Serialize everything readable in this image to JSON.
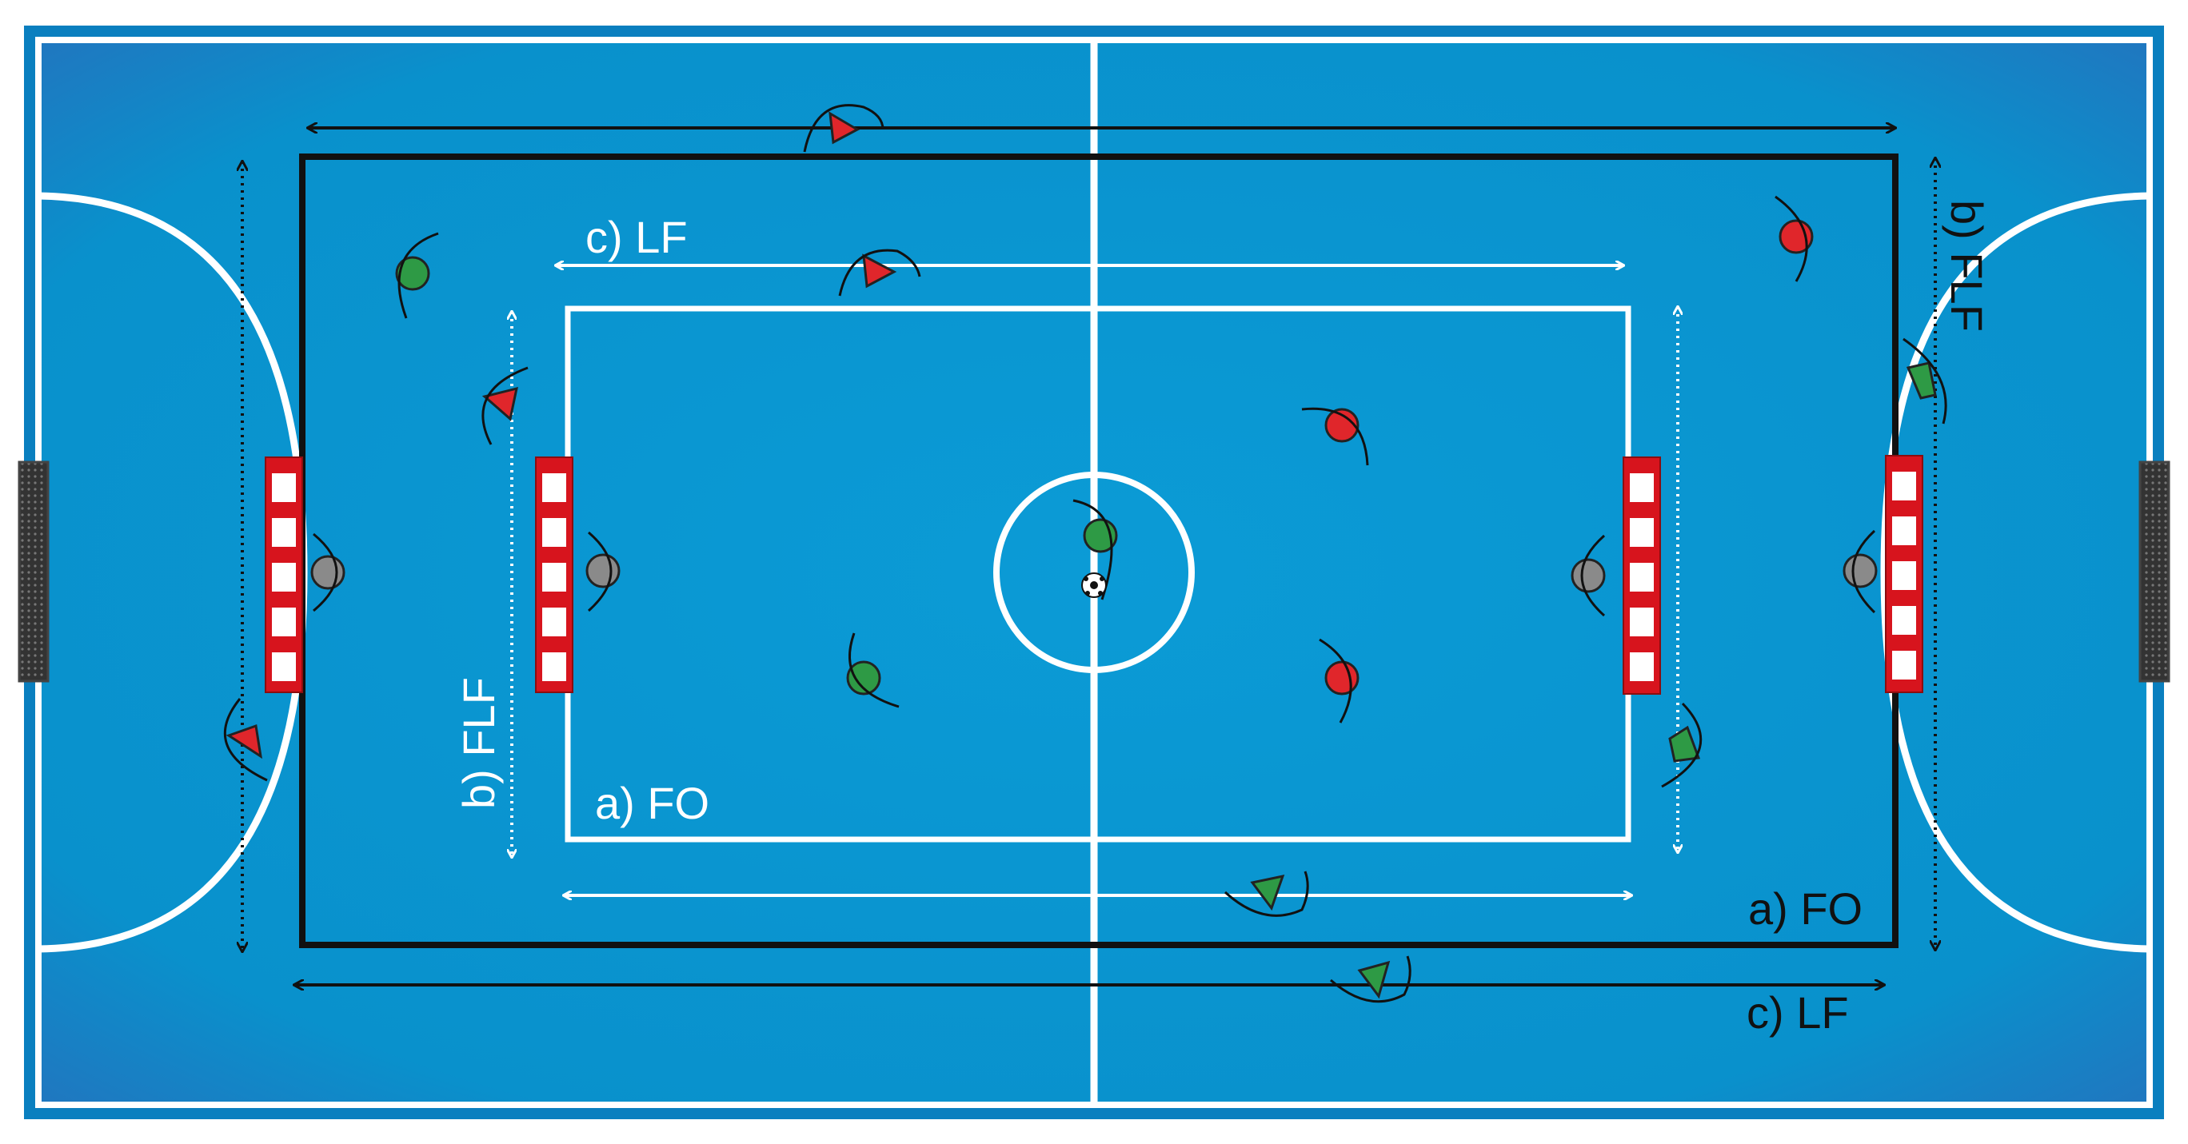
{
  "labels": {
    "inner_fo": "a) FO",
    "inner_flf": "b) FLF",
    "inner_lf": "c) LF",
    "outer_fo": "a) FO",
    "outer_flf": "b) FLF",
    "outer_lf": "c) LF"
  },
  "colors": {
    "court": "#0a93cc",
    "court_edge": "#0a7fbf",
    "line": "#ffffff",
    "outer_rect": "#111111",
    "team_red": "#e0262b",
    "team_green": "#2e9a45",
    "goalkeeper": "#8a8a8a",
    "goal_stripe": "#d7141d"
  },
  "icons": {
    "ball": "soccer-ball-icon",
    "player": "player-circle-icon",
    "cone": "player-triangle-icon",
    "goal": "goal-net-icon",
    "mini_goal": "striped-mini-goal-icon"
  }
}
